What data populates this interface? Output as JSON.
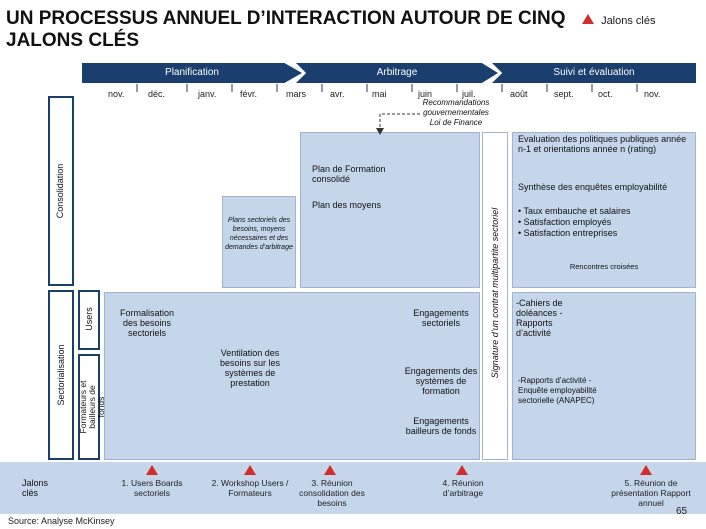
{
  "title": "UN PROCESSUS ANNUEL D’INTERACTION AUTOUR DE CINQ JALONS CLÉS",
  "legend_label": "Jalons clés",
  "phases": [
    "Planification",
    "Arbitrage",
    "Suivi et évaluation"
  ],
  "months": [
    "nov.",
    "déc.",
    "janv.",
    "févr.",
    "mars",
    "avr.",
    "mai",
    "juin",
    "juil.",
    "août",
    "sept.",
    "oct.",
    "nov."
  ],
  "row_labels": {
    "consolidation": "Consolidation",
    "sectorialisation": "Sectorialisation",
    "users": "Users",
    "formateurs": "Formateurs et bailleurs de fonds",
    "jalons": "Jalons clés",
    "signature": "Signature d’un contrat multipartite sectoriel"
  },
  "boxes": {
    "recommandations": "Recommandations gouvernementales Loi de Finance",
    "plan_formation": "Plan de Formation consolidé",
    "plan_moyens": "Plan des moyens",
    "plans_sectoriels": "Plans sectoriels des besoins, moyens nécessaires et des demandes d’arbitrage",
    "formalisation": "Formalisation des besoins sectoriels",
    "ventilation": "Ventilation des besoins sur les systèmes de prestation",
    "eng_sectoriels": "Engagements sectoriels",
    "eng_systemes": "Engagements des systèmes de formation",
    "eng_bailleurs": "Engagements bailleurs de fonds",
    "evaluation": "Evaluation des politiques publiques année n-1 et orientations année n (rating)",
    "synthese_title": "Synthèse des enquêtes employabilité",
    "synthese_items": [
      "• Taux embauche et salaires",
      "• Satisfaction employés",
      "• Satisfaction entreprises"
    ],
    "rencontres": "Rencontres croisées",
    "cahiers": "-Cahiers de doléances -Rapports d’activité",
    "rapports": "-Rapports d’activité -Enquête employabilité sectorielle (ANAPEC)"
  },
  "milestones": [
    "1. Users Boards sectoriels",
    "2. Workshop Users / Formateurs",
    "3. Réunion consolidation des besoins",
    "4. Réunion d’arbitrage",
    "5. Réunion de présentation Rapport annuel"
  ],
  "source": "Source: Analyse McKinsey",
  "page_number": "65",
  "colors": {
    "band": "#1a3e6e",
    "panel": "#c5d6ea",
    "milestone": "#d22c2c",
    "left_bar": "#1a3e6e",
    "footer": "#c5d6ea"
  }
}
